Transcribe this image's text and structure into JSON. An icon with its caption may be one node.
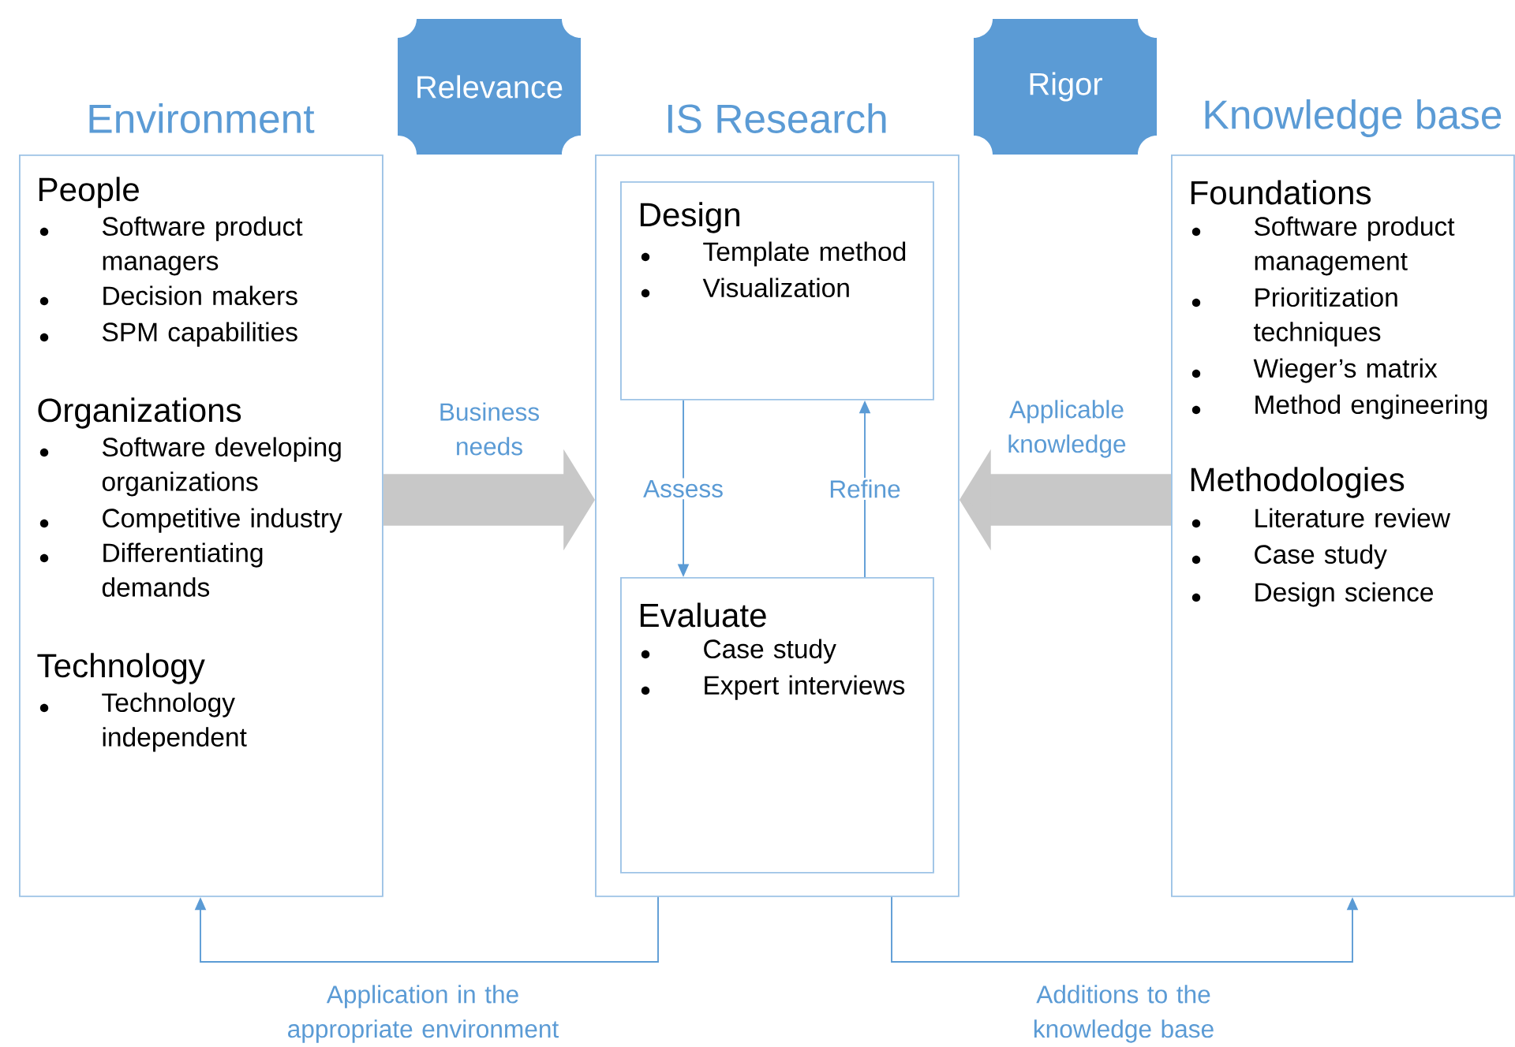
{
  "diagram": {
    "nodes": [
      {
        "text": [
          "Environment",
          "People",
          "Software product managers",
          "Decision makers",
          "SPM capabilities",
          "Organizations",
          "Software developing organizations",
          "Competitive industry",
          "Differentiating demands",
          "Technology",
          "Technology independent"
        ]
      },
      {
        "text": [
          "IS Research"
        ]
      },
      {
        "text": [
          "Design",
          "Template method",
          "Visualization"
        ],
        "in": 1
      },
      {
        "text": [
          "Evaluate",
          "Case study",
          "Expert interviews"
        ],
        "in": 1
      },
      {
        "text": [
          "Knowledge base",
          "Foundations",
          "Software product management",
          "Prioritization techniques",
          "Wieger’s matrix",
          "Method engineering",
          "Methodologies",
          "Literature review",
          "Case study",
          "Design science"
        ]
      },
      {
        "text": [
          "Relevance"
        ]
      },
      {
        "text": [
          "Rigor"
        ]
      }
    ],
    "edges": [
      {
        "from": 0,
        "to": 1,
        "arrow": "to",
        "label": "Business needs",
        "style": "thick",
        "color": "#c8c8c8"
      },
      {
        "from": 4,
        "to": 1,
        "arrow": "to",
        "label": "Applicable knowledge",
        "style": "thick",
        "color": "#c8c8c8"
      },
      {
        "from": 2,
        "to": 3,
        "arrow": "to",
        "label": "Assess"
      },
      {
        "from": 3,
        "to": 2,
        "arrow": "to",
        "label": "Refine"
      },
      {
        "from": 1,
        "to": 0,
        "arrow": "to",
        "label": "Application in the appropriate environment"
      },
      {
        "from": 1,
        "to": 4,
        "arrow": "to",
        "label": "Additions to the knowledge base"
      }
    ]
  }
}
